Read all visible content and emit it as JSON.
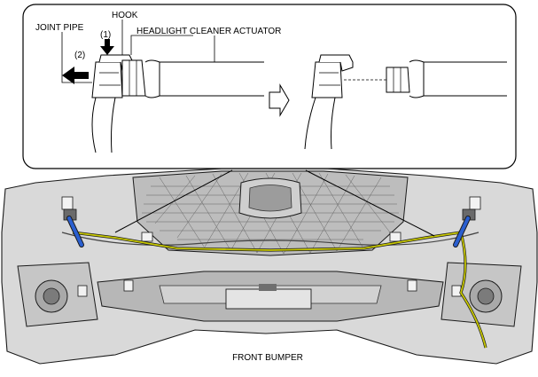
{
  "labels": {
    "joint_pipe": "JOINT PIPE",
    "hook": "HOOK",
    "actuator": "HEADLIGHT CLEANER ACTUATOR",
    "step1": "(1)",
    "step2": "(2)",
    "front_bumper": "FRONT BUMPER"
  },
  "colors": {
    "bumper_fill": "#d9d9d9",
    "bumper_dark": "#8a8a8a",
    "outline": "#1a1a1a",
    "hose_highlight": "#c8c800",
    "actuator_highlight": "#2a5fd0",
    "callout_border": "#000000"
  },
  "icons": {
    "push_arrow": "arrow-down-icon",
    "pull_arrow": "arrow-left-icon",
    "step_arrow": "outline-arrow-right-icon"
  }
}
